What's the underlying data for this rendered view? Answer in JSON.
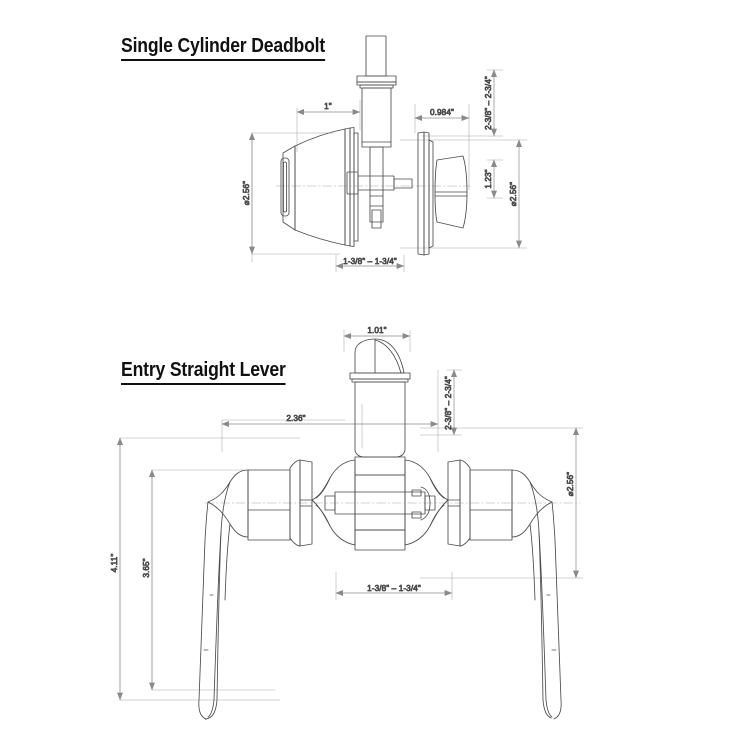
{
  "page": {
    "background": "#ffffff",
    "line_color": "#4a4a4a",
    "dim_line_color": "#8a8a8a",
    "text_color": "#2b2b2b",
    "title_color": "#111111"
  },
  "drawings": [
    {
      "id": "single-cylinder-deadbolt",
      "title": "Single Cylinder Deadbolt",
      "dimensions": {
        "cylinder_projection": "1\"",
        "thumbturn_projection": "0.984\"",
        "backset": "2-3/8\" – 2-3/4\"",
        "rose_diameter_left": "⌀2.56\"",
        "rose_diameter_right": "⌀2.56\"",
        "thumbturn_height": "1.23\"",
        "door_thickness": "1-3/8\" – 1-3/4\""
      }
    },
    {
      "id": "entry-straight-lever",
      "title": "Entry Straight Lever",
      "dimensions": {
        "latch_width": "1.01\"",
        "lever_projection": "2.36\"",
        "backset": "2-3/8\" – 2-3/4\"",
        "rose_diameter": "⌀2.56\"",
        "overall_height": "4.11\"",
        "lever_drop": "3.65\"",
        "door_thickness": "1-3/8\" – 1-3/4\""
      }
    }
  ]
}
